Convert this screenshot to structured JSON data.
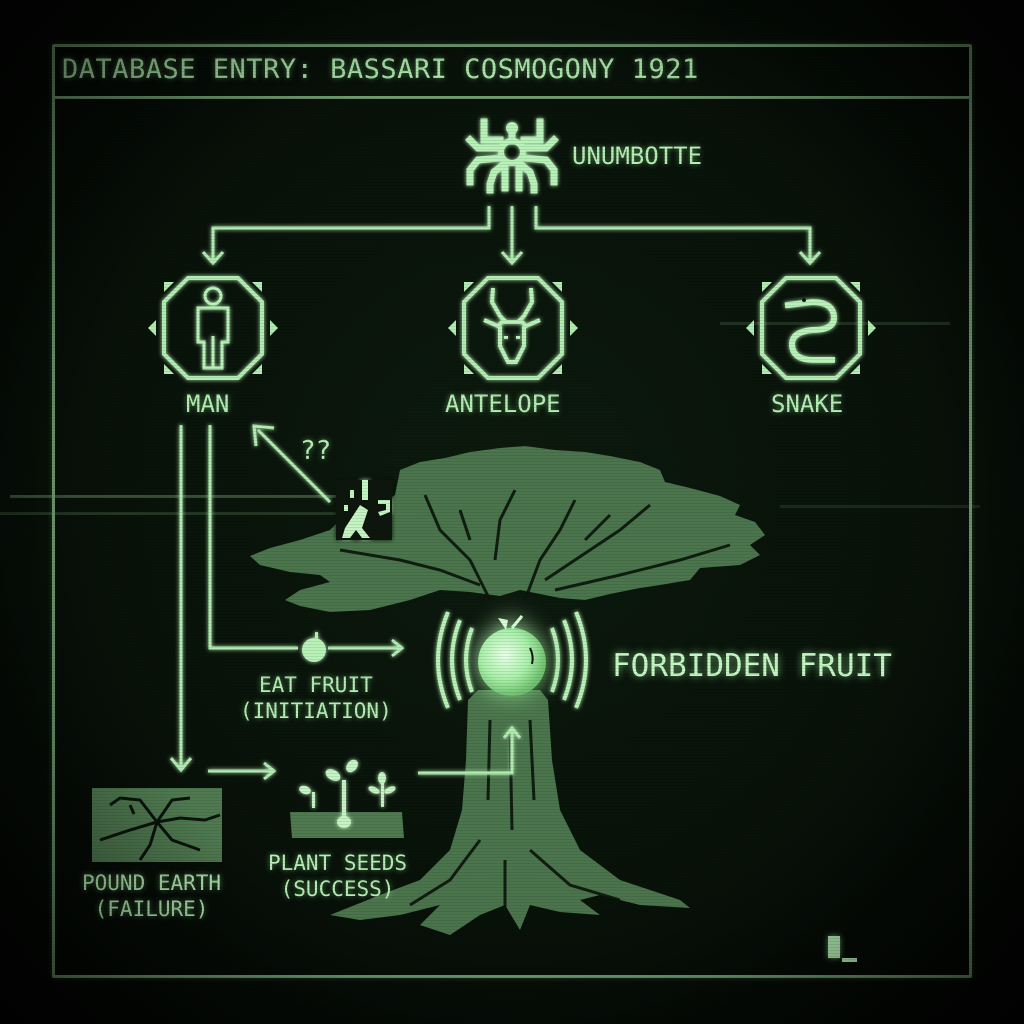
{
  "header": {
    "title": "DATABASE ENTRY: BASSARI COSMOGONY 1921"
  },
  "colors": {
    "phosphor": "#b6efb5",
    "tree_fill": "#4f7a50",
    "frame": "#6f9a70",
    "background": "#081209"
  },
  "nodes": {
    "creator": {
      "label": "UNUMBOTTE",
      "icon": "spider-creator-icon"
    },
    "man": {
      "label": "MAN",
      "icon": "human-figure-icon"
    },
    "antelope": {
      "label": "ANTELOPE",
      "icon": "antelope-head-icon"
    },
    "snake": {
      "label": "SNAKE",
      "icon": "coiled-snake-icon"
    },
    "forbidden_fruit": {
      "label": "FORBIDDEN FRUIT",
      "icon": "glowing-fruit-icon"
    },
    "eat_fruit": {
      "line1": "EAT FRUIT",
      "line2": "(INITIATION)",
      "icon": "small-fruit-icon"
    },
    "pound_earth": {
      "line1": "POUND EARTH",
      "line2": "(FAILURE)",
      "icon": "cracked-earth-icon"
    },
    "plant_seeds": {
      "line1": "PLANT SEEDS",
      "line2": "(SUCCESS)",
      "icon": "sprouts-icon"
    },
    "snake_tempt": {
      "label": "??",
      "icon": "snake-tempting-glyph-icon"
    }
  },
  "edges": [
    {
      "from": "UNUMBOTTE",
      "to": "MAN"
    },
    {
      "from": "UNUMBOTTE",
      "to": "ANTELOPE"
    },
    {
      "from": "UNUMBOTTE",
      "to": "SNAKE"
    },
    {
      "from": "MAN",
      "to": "EAT FRUIT"
    },
    {
      "from": "EAT FRUIT",
      "to": "FORBIDDEN FRUIT"
    },
    {
      "from": "MAN",
      "to": "POUND EARTH"
    },
    {
      "from": "POUND EARTH",
      "to": "PLANT SEEDS"
    },
    {
      "from": "PLANT SEEDS",
      "to": "FORBIDDEN FRUIT"
    },
    {
      "from": "SNAKE (in tree)",
      "to": "MAN",
      "label": "??"
    }
  ],
  "terminal": {
    "cursor": "_"
  }
}
